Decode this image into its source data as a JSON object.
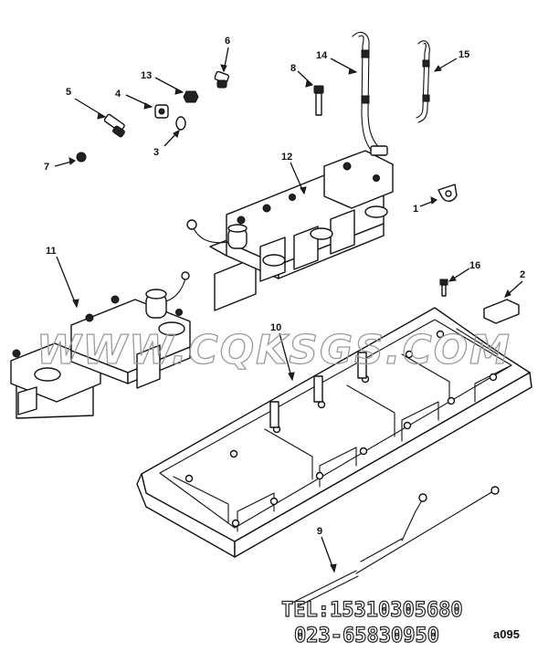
{
  "callouts": [
    {
      "id": "1",
      "label": "1"
    },
    {
      "id": "2",
      "label": "2"
    },
    {
      "id": "3",
      "label": "3"
    },
    {
      "id": "4",
      "label": "4"
    },
    {
      "id": "5",
      "label": "5"
    },
    {
      "id": "6",
      "label": "6"
    },
    {
      "id": "7",
      "label": "7"
    },
    {
      "id": "8",
      "label": "8"
    },
    {
      "id": "9",
      "label": "9"
    },
    {
      "id": "10",
      "label": "10"
    },
    {
      "id": "11",
      "label": "11"
    },
    {
      "id": "12",
      "label": "12"
    },
    {
      "id": "13",
      "label": "13"
    },
    {
      "id": "14",
      "label": "14"
    },
    {
      "id": "15",
      "label": "15"
    },
    {
      "id": "16",
      "label": "16"
    }
  ],
  "watermark": {
    "site": "WWW.CQKSGS.COM",
    "phone": "TEL:15310305680",
    "landline": "023-65830950"
  },
  "page_ref": "a095",
  "colors": {
    "line": "#111111",
    "watermark": "#9a9a9a",
    "background": "#ffffff"
  }
}
